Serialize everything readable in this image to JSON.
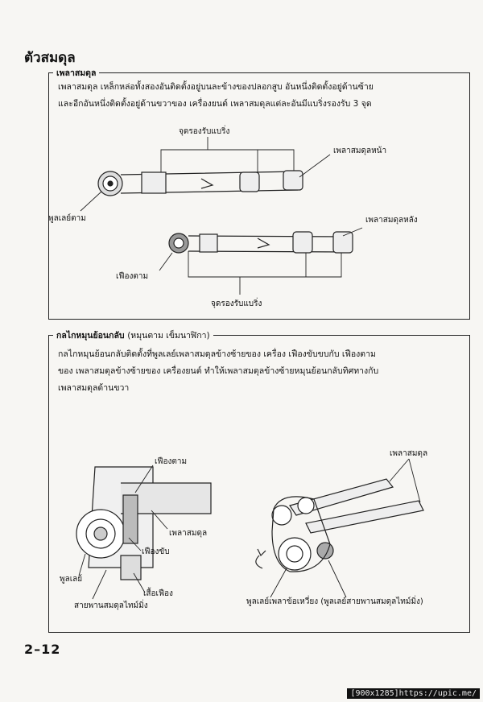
{
  "page": {
    "title": "ตัวสมดุล",
    "page_number": "2–12",
    "watermark": "[900x1285]https://upic.me/"
  },
  "section1": {
    "heading": "เพลาสมดุล",
    "paragraph": [
      "เพลาสมดุล เหล็กหล่อทั้งสองอันติดตั้งอยู่บนละข้างของปลอกสูบ    อันหนึ่งติดตั้งอยู่ด้านซ้าย",
      "และอีกอันหนึ่งติดตั้งอยู่ด้านขวาของ เครื่องยนต์   เพลาสมดุลแต่ละอันมีแบริ่งรองรับ 3  จุด"
    ],
    "labels": {
      "bearing_points_top": "จุดรองรับแบริ่ง",
      "front_shaft": "เพลาสมดุลหน้า",
      "driven_pulley": "พูลเลย์ตาม",
      "rear_shaft": "เพลาสมดุลหลัง",
      "driven_gear": "เฟืองตาม",
      "bearing_points_bottom": "จุดรองรับแบริ่ง"
    }
  },
  "section2": {
    "heading": "กลไกหมุนย้อนกลับ",
    "heading_note": "(หมุนตาม เข็มนาฬิกา)",
    "paragraph": [
      "กลไกหมุนย้อนกลับติดตั้งที่พูลเลย์เพลาสมดุลข้างซ้ายของ เครื่อง      เฟืองขับขบกับ เฟืองตาม",
      "ของ เพลาสมดุลข้างซ้ายของ เครื่องยนต์    ทำให้เพลาสมดุลข้างซ้ายหมุนย้อนกลับทิศทางกับ",
      "เพลาสมดุลด้านขวา"
    ],
    "labels": {
      "driven_gear": "เฟืองตาม",
      "balance_shaft": "เพลาสมดุล",
      "drive_gear": "เฟืองขับ",
      "pulley": "พูลเลย์",
      "gear_case": "เสื้อเฟือง",
      "timing_belt": "สายพานสมดุลไทม์มิ่ง",
      "balance_shaft_right": "เพลาสมดุล",
      "idler_caption": "พูลเลย์เพลาข้อเหวี่ยง  (พูลเลย์สายพานสมดุลไทม์มิ่ง)"
    }
  }
}
